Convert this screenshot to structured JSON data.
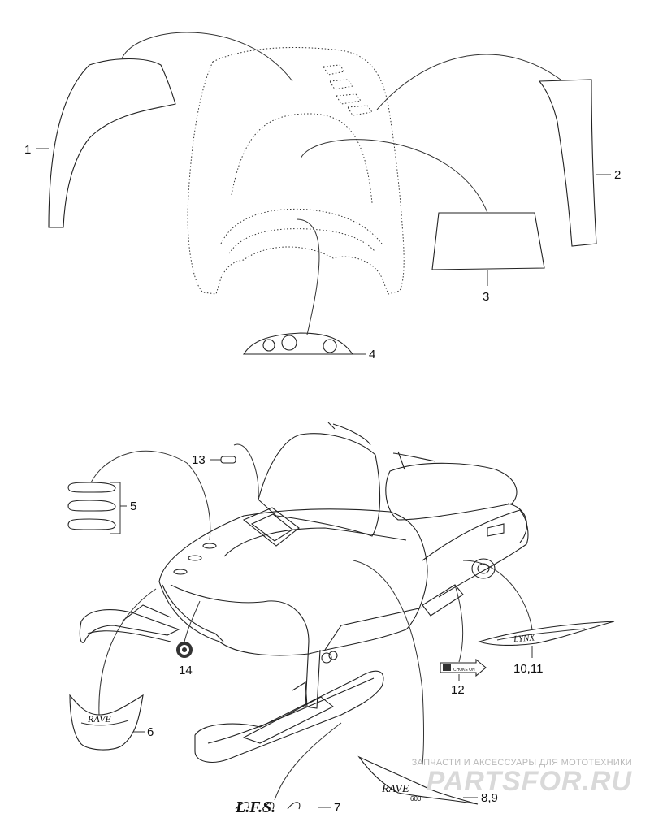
{
  "callouts": [
    {
      "id": "c1",
      "text": "1"
    },
    {
      "id": "c2",
      "text": "2"
    },
    {
      "id": "c3",
      "text": "3"
    },
    {
      "id": "c4",
      "text": "4"
    },
    {
      "id": "c5",
      "text": "5"
    },
    {
      "id": "c6",
      "text": "6"
    },
    {
      "id": "c7",
      "text": "7"
    },
    {
      "id": "c89",
      "text": "8,9"
    },
    {
      "id": "c1011",
      "text": "10,11"
    },
    {
      "id": "c12",
      "text": "12"
    },
    {
      "id": "c13",
      "text": "13"
    },
    {
      "id": "c14",
      "text": "14"
    }
  ],
  "decal_text": {
    "brand": "LYNX",
    "model": "RAVE",
    "engine": "600",
    "arrow": "CHOKE ON",
    "letters": "L.F.S."
  },
  "watermark": {
    "tagline": "ЗАПЧАСТИ И АКСЕССУАРЫ ДЛЯ МОТОТЕХНИКИ",
    "logo": "PARTSFOR.RU"
  }
}
